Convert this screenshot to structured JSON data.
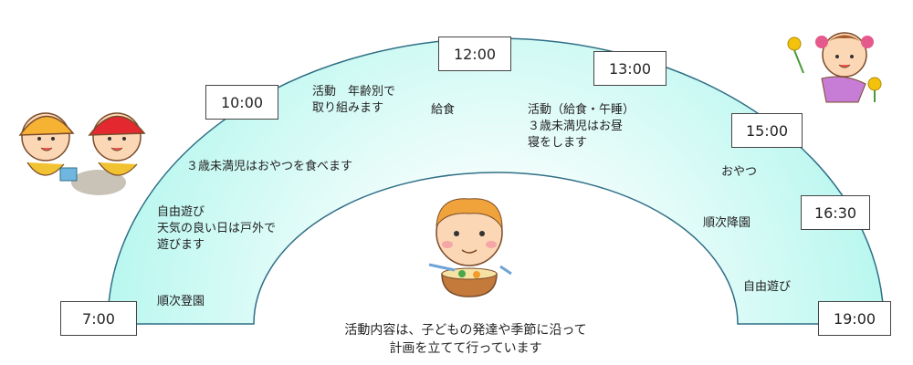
{
  "times": [
    "7:00",
    "10:00",
    "12:00",
    "13:00",
    "15:00",
    "16:30",
    "19:00"
  ],
  "activities": {
    "arrival": "順次登園",
    "free_play": "自由遊び\n天気の良い日は戸外で\n遊びます",
    "snack_under3": "３歳未満児はおやつを食べます",
    "activity_age": "活動　年齢別で\n取り組みます",
    "lunch": "給食",
    "activity_lunch_nap": "活動（給食・午睡）\n３歳未満児はお昼\n寝をします",
    "snack": "おやつ",
    "departure": "順次降園",
    "free_play_evening": "自由遊び"
  },
  "footer": "活動内容は、子どもの発達や季節に沿って\n計画を立てて行っています",
  "colors": {
    "arch_inner": "#effdfb",
    "arch_outer": "#b9f7ef",
    "arch_stroke": "#2f6f86"
  }
}
